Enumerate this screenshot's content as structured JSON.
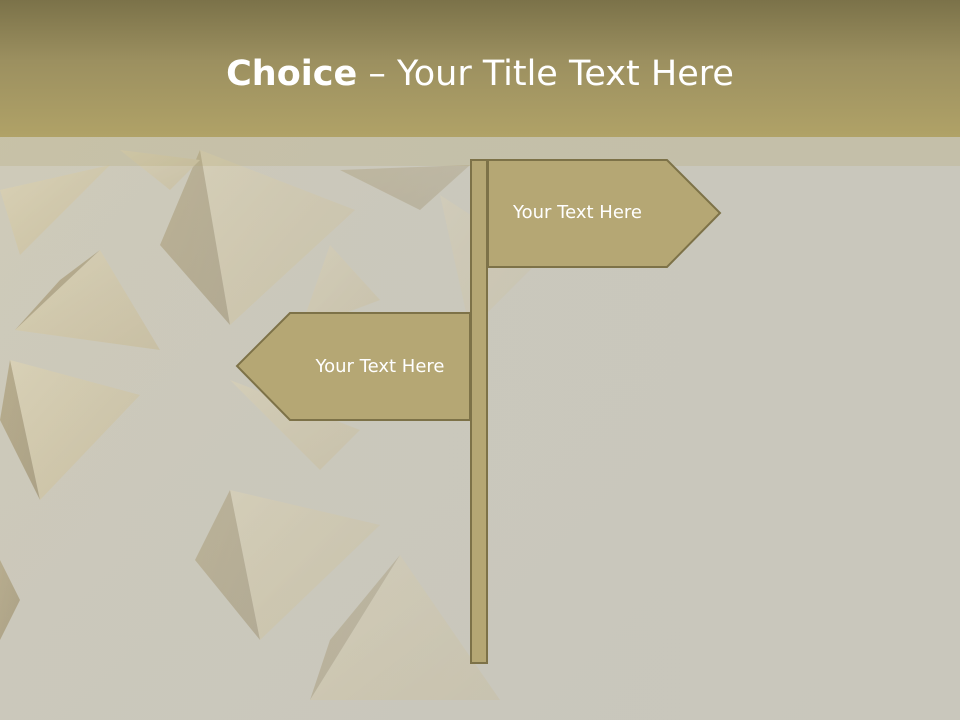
{
  "slide": {
    "title_bold": "Choice",
    "title_rest": " – Your Title Text Here",
    "sign_right_label": "Your Text Here",
    "sign_left_label": "Your Text Here"
  },
  "colors": {
    "title_bar": "#9c9060",
    "sign_fill": "#b5a774",
    "sign_stroke": "#7d7248",
    "background": "#c9c8bd"
  },
  "icons": [
    "signpost-icon"
  ]
}
